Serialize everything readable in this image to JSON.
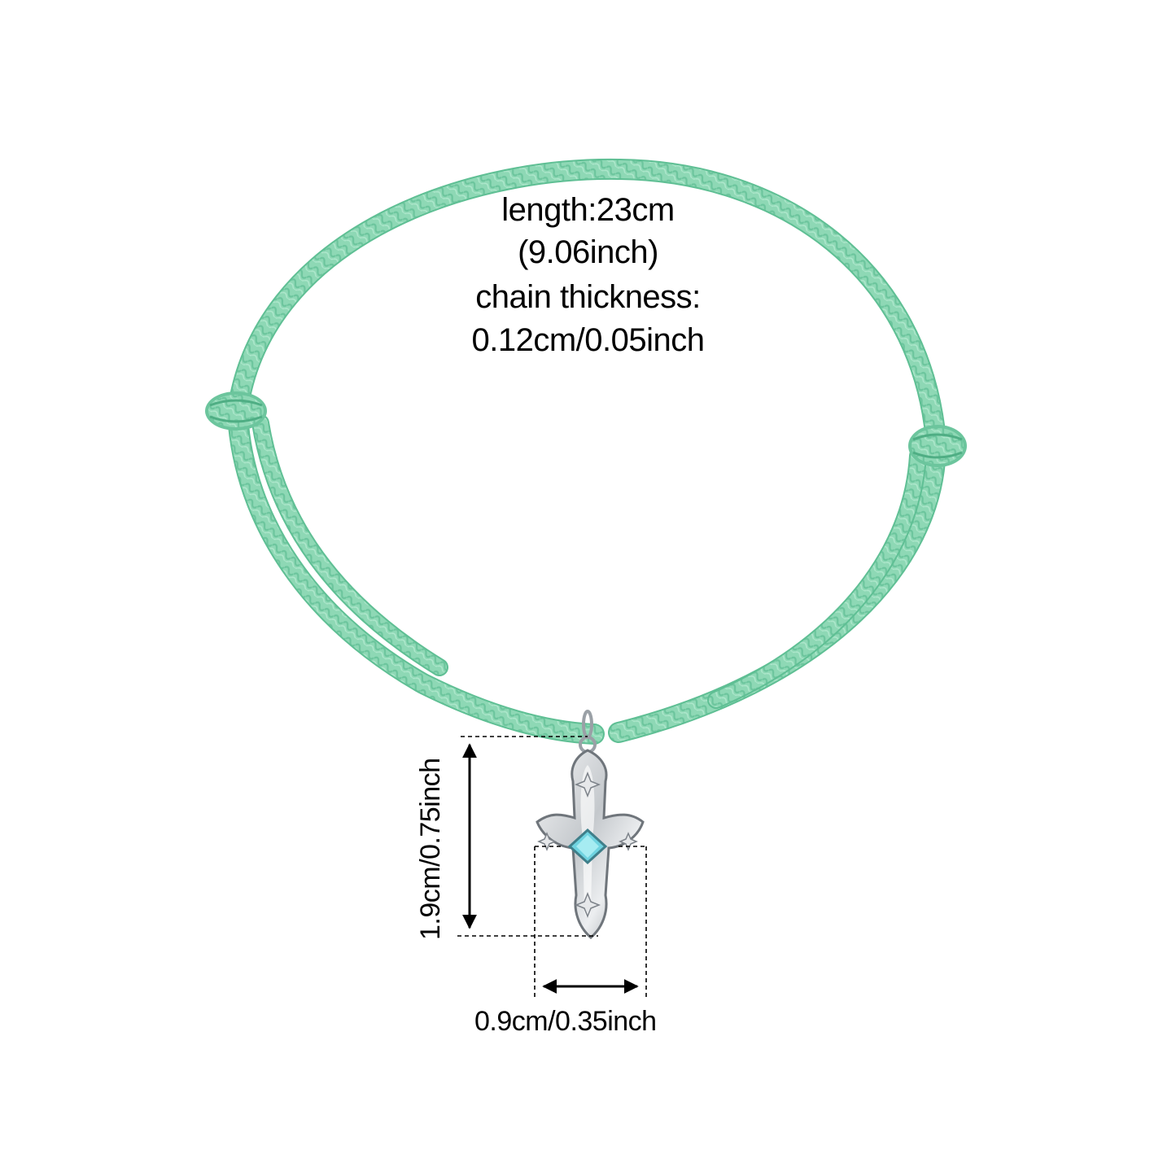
{
  "product": {
    "length_label": "length:23cm",
    "length_inch": "(9.06inch)",
    "thickness_label": "chain thickness:",
    "thickness_value": "0.12cm/0.05inch",
    "pendant_height": "1.9cm/0.75inch",
    "pendant_width": "0.9cm/0.35inch"
  },
  "colors": {
    "cord": "#8ed8b5",
    "cord_shadow": "#5fbf94",
    "cord_highlight": "#bdeed6",
    "silver": "#cfd3d6",
    "gem": "#6fd3e0"
  },
  "icons": {
    "pendant": "cross-pendant-icon",
    "arrow": "dimension-arrow-icon"
  }
}
